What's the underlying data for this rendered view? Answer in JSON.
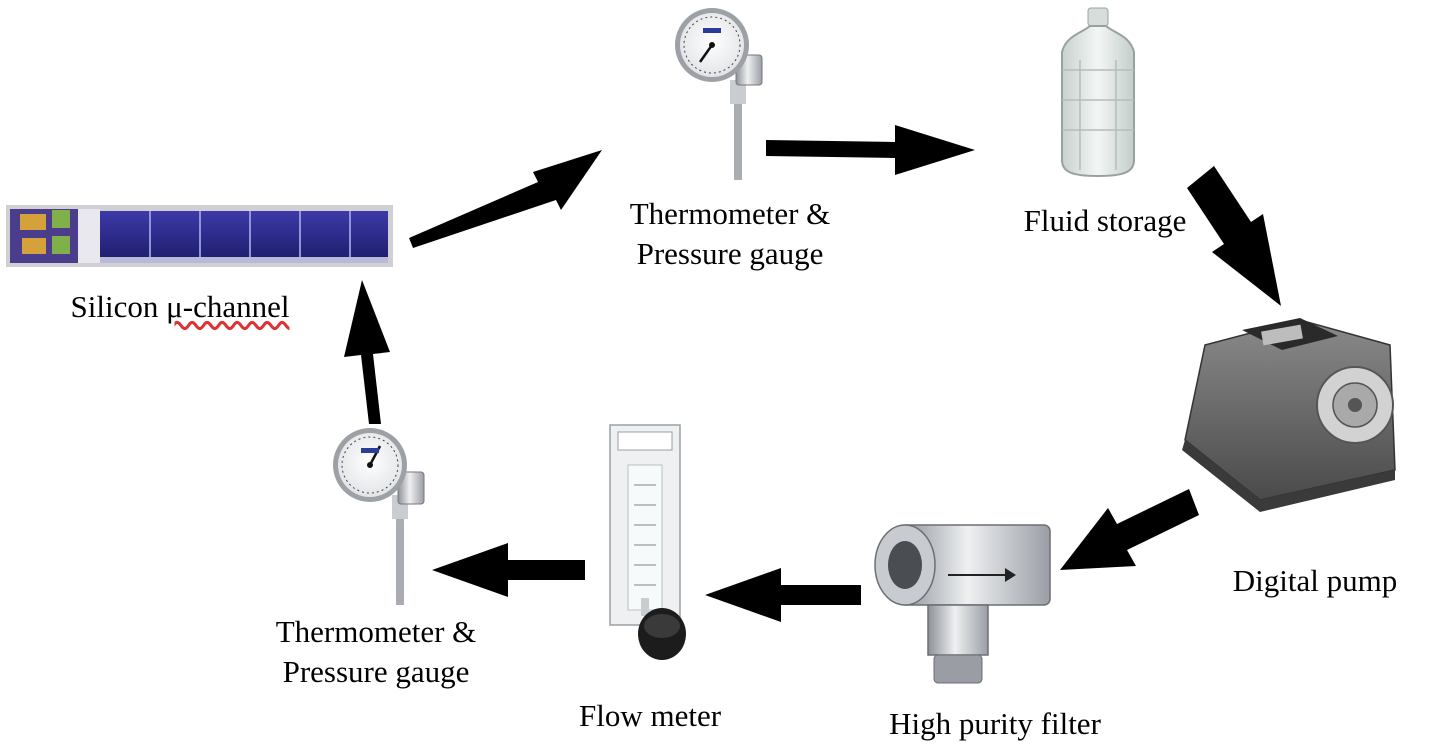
{
  "nodes": {
    "silicon_channel": {
      "text_a": "Silicon ",
      "text_b": "μ-channel"
    },
    "gauge_top": {
      "line1": "Thermometer &",
      "line2": "Pressure gauge"
    },
    "fluid_storage": {
      "text": "Fluid storage"
    },
    "digital_pump": {
      "text": "Digital pump"
    },
    "filter": {
      "text": "High purity filter"
    },
    "flow_meter": {
      "text": "Flow meter"
    },
    "gauge_bottom": {
      "line1": "Thermometer &",
      "line2": "Pressure gauge"
    }
  },
  "flow": [
    "silicon_channel",
    "gauge_top",
    "fluid_storage",
    "digital_pump",
    "filter",
    "flow_meter",
    "gauge_bottom",
    "silicon_channel"
  ],
  "colors": {
    "arrow": "#000000",
    "chip": "#2b2a8a",
    "steel": "#b8bcc2",
    "glass": "#dfe6e4",
    "pump": "#6e6e6e"
  }
}
